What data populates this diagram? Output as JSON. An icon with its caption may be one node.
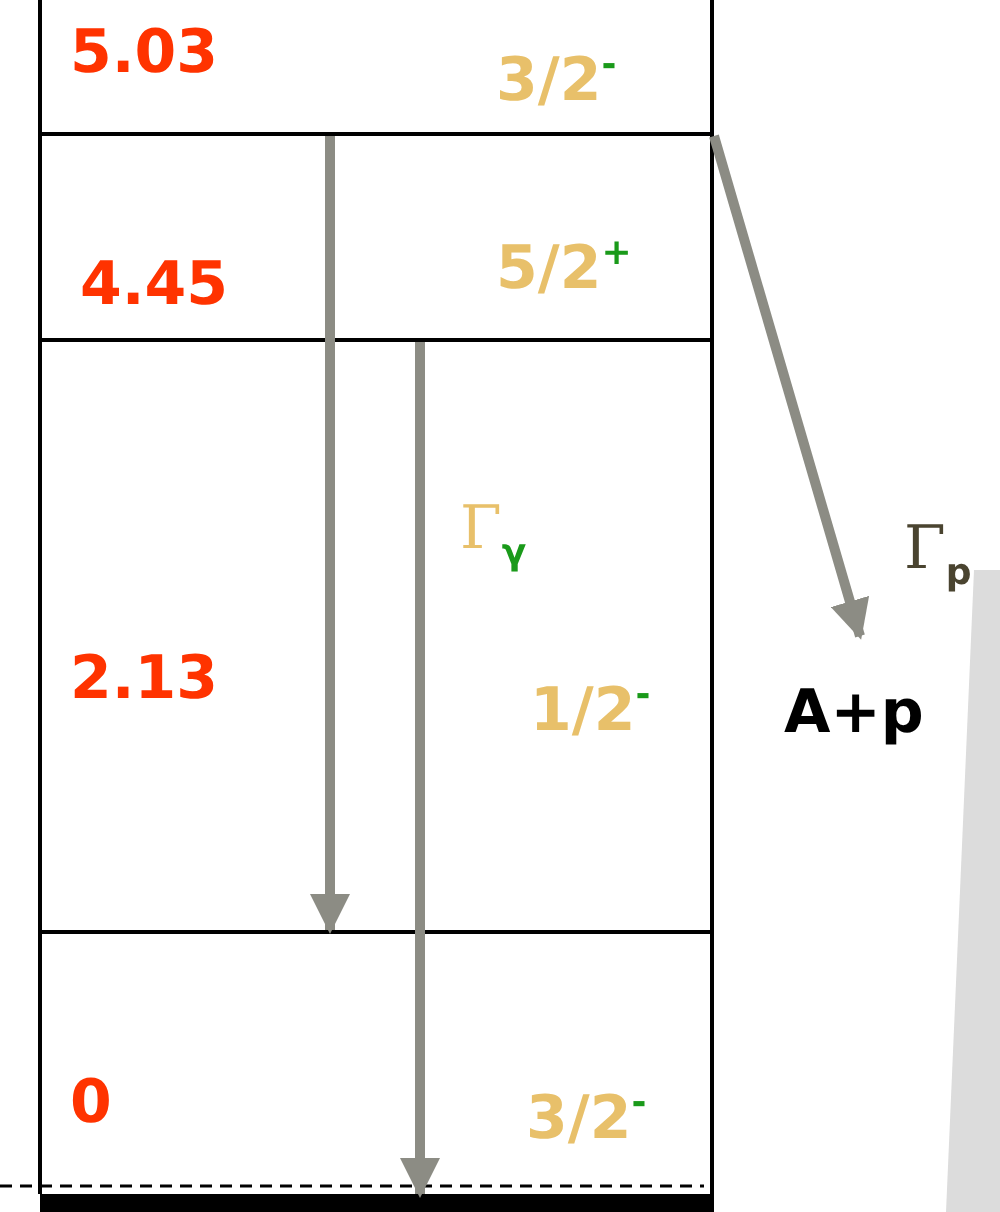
{
  "diagram": {
    "nodes": [
      {
        "text": [],
        "shape": "bar",
        "beside": [
          "5.03",
          "3/2$^{-}$"
        ]
      },
      {
        "text": [],
        "shape": "bar",
        "beside": [
          "4.45",
          "5/2$^{+}$"
        ]
      },
      {
        "text": [],
        "shape": "bar",
        "beside": [
          "2.13",
          "1/2$^{-}$"
        ]
      },
      {
        "text": [],
        "shape": "bar",
        "beside": [
          "0",
          "3/2$^{-}$"
        ]
      },
      {
        "text": [
          "A+p"
        ]
      }
    ],
    "edges": [
      {
        "from": 0,
        "to": 2,
        "arrow": "to"
      },
      {
        "from": 1,
        "to": 3,
        "arrow": "to",
        "label": "Γ$_{γ}$"
      },
      {
        "from": 0,
        "to": 4,
        "arrow": "to",
        "label": "Γ$_{p}$"
      }
    ]
  }
}
